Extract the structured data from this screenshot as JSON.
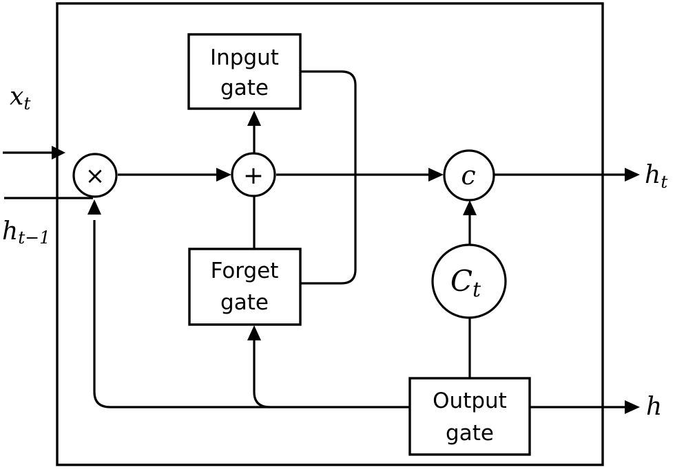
{
  "diagram": {
    "title": "LSTM cell block diagram",
    "gates": {
      "input": {
        "line1": "Inpgut",
        "line2": "gate"
      },
      "forget": {
        "line1": "Forget",
        "line2": "gate"
      },
      "output": {
        "line1": "Output",
        "line2": "gate"
      }
    },
    "nodes": {
      "multiply": "×",
      "add": "+",
      "cell": "c",
      "cell_state": {
        "base": "C",
        "sub": "t"
      }
    },
    "inputs": {
      "x": {
        "base": "x",
        "sub": "t"
      },
      "h_prev": {
        "base": "h",
        "sub": "t−1"
      }
    },
    "outputs": {
      "h_t": {
        "base": "h",
        "sub": "t"
      },
      "h": {
        "base": "h"
      }
    },
    "colors": {
      "stroke": "#000000",
      "background": "#ffffff"
    }
  }
}
